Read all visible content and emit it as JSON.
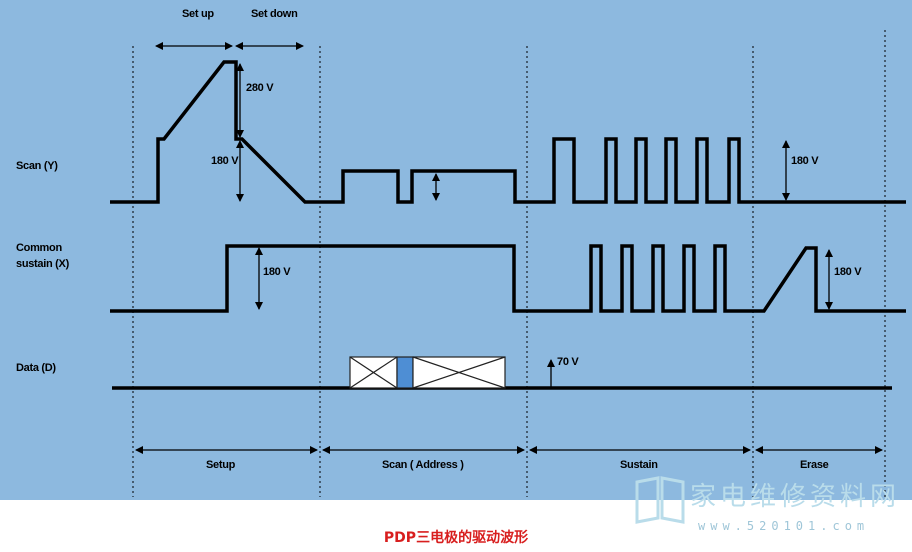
{
  "rows": {
    "scan": "Scan (Y)",
    "common_line1": "Common",
    "common_line2": "sustain (X)",
    "data": "Data (D)"
  },
  "top_labels": {
    "setup": "Set up",
    "setdown": "Set down"
  },
  "voltages": {
    "v280": "280 V",
    "v180_scan_setup": "180 V",
    "v180_scan_sustain": "180 V",
    "v180_common_setup": "180 V",
    "v180_common_erase": "180 V",
    "v70": "70 V"
  },
  "periods": {
    "setup": "Setup",
    "scan": "Scan ( Address )",
    "sustain": "Sustain",
    "erase": "Erase"
  },
  "caption": "PDP三电极的驱动波形",
  "watermark": {
    "title": "家电维修资料网",
    "url": "www.520101.com"
  },
  "colors": {
    "background": "#8db9df",
    "caption": "#d81e1e",
    "trace": "#000000"
  }
}
